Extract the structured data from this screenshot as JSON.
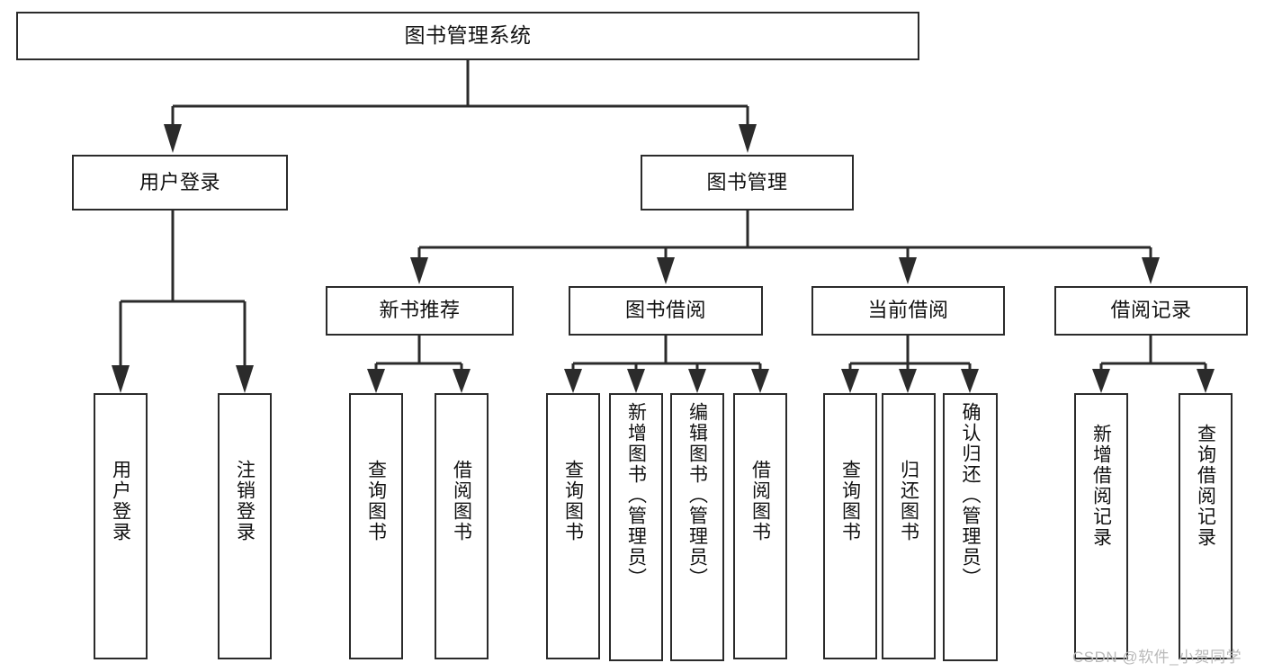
{
  "diagram": {
    "type": "tree",
    "title": "图书管理系统",
    "watermark": "CSDN @软件_小贺同学",
    "nodes": {
      "root": {
        "label": "图书管理系统"
      },
      "level2": [
        {
          "id": "user-login",
          "label": "用户登录"
        },
        {
          "id": "book-manage",
          "label": "图书管理"
        }
      ],
      "level3": [
        {
          "id": "new-book-rec",
          "label": "新书推荐"
        },
        {
          "id": "book-borrow",
          "label": "图书借阅"
        },
        {
          "id": "current-borrow",
          "label": "当前借阅"
        },
        {
          "id": "borrow-record",
          "label": "借阅记录"
        }
      ],
      "leaves": [
        {
          "id": "leaf-user-login",
          "label": "用户登录",
          "parent": "user-login"
        },
        {
          "id": "leaf-logout",
          "label": "注销登录",
          "parent": "user-login"
        },
        {
          "id": "leaf-query-book-rec",
          "label": "查询图书",
          "parent": "new-book-rec"
        },
        {
          "id": "leaf-borrow-book-rec",
          "label": "借阅图书",
          "parent": "new-book-rec"
        },
        {
          "id": "leaf-query-book-b",
          "label": "查询图书",
          "parent": "book-borrow"
        },
        {
          "id": "leaf-add-book",
          "label": "新增图书（管理员）",
          "parent": "book-borrow"
        },
        {
          "id": "leaf-edit-book",
          "label": "编辑图书（管理员）",
          "parent": "book-borrow"
        },
        {
          "id": "leaf-borrow-book-b",
          "label": "借阅图书",
          "parent": "book-borrow"
        },
        {
          "id": "leaf-query-book-c",
          "label": "查询图书",
          "parent": "current-borrow"
        },
        {
          "id": "leaf-return-book",
          "label": "归还图书",
          "parent": "current-borrow"
        },
        {
          "id": "leaf-confirm-return",
          "label": "确认归还（管理员）",
          "parent": "current-borrow"
        },
        {
          "id": "leaf-add-record",
          "label": "新增借阅记录",
          "parent": "borrow-record"
        },
        {
          "id": "leaf-query-record",
          "label": "查询借阅记录",
          "parent": "borrow-record"
        }
      ]
    },
    "colors": {
      "stroke": "#2b2b2b",
      "fill": "#ffffff",
      "text": "#111111",
      "watermark": "#b9b9b9"
    }
  }
}
